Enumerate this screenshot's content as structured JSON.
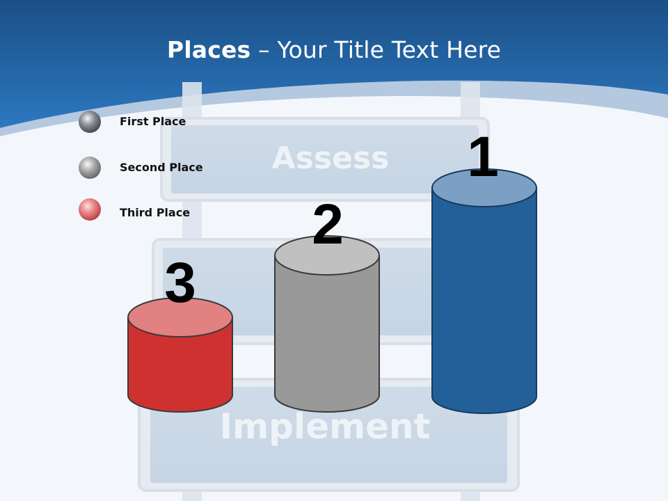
{
  "title": {
    "bold": "Places",
    "rest": " – Your Title Text Here"
  },
  "background": {
    "sign_top": "Assess",
    "sign_bottom": "Implement"
  },
  "legend": [
    {
      "label": "First Place"
    },
    {
      "label": "Second Place"
    },
    {
      "label": "Third Place"
    }
  ],
  "podium": [
    {
      "rank": "3",
      "place": "Third Place",
      "color": "#d03030"
    },
    {
      "rank": "2",
      "place": "Second Place",
      "color": "#999999"
    },
    {
      "rank": "1",
      "place": "First Place",
      "color": "#23609a"
    }
  ],
  "colors": {
    "header_blue": "#1f62a6",
    "first": "#23609a",
    "second": "#999999",
    "third": "#d03030"
  }
}
